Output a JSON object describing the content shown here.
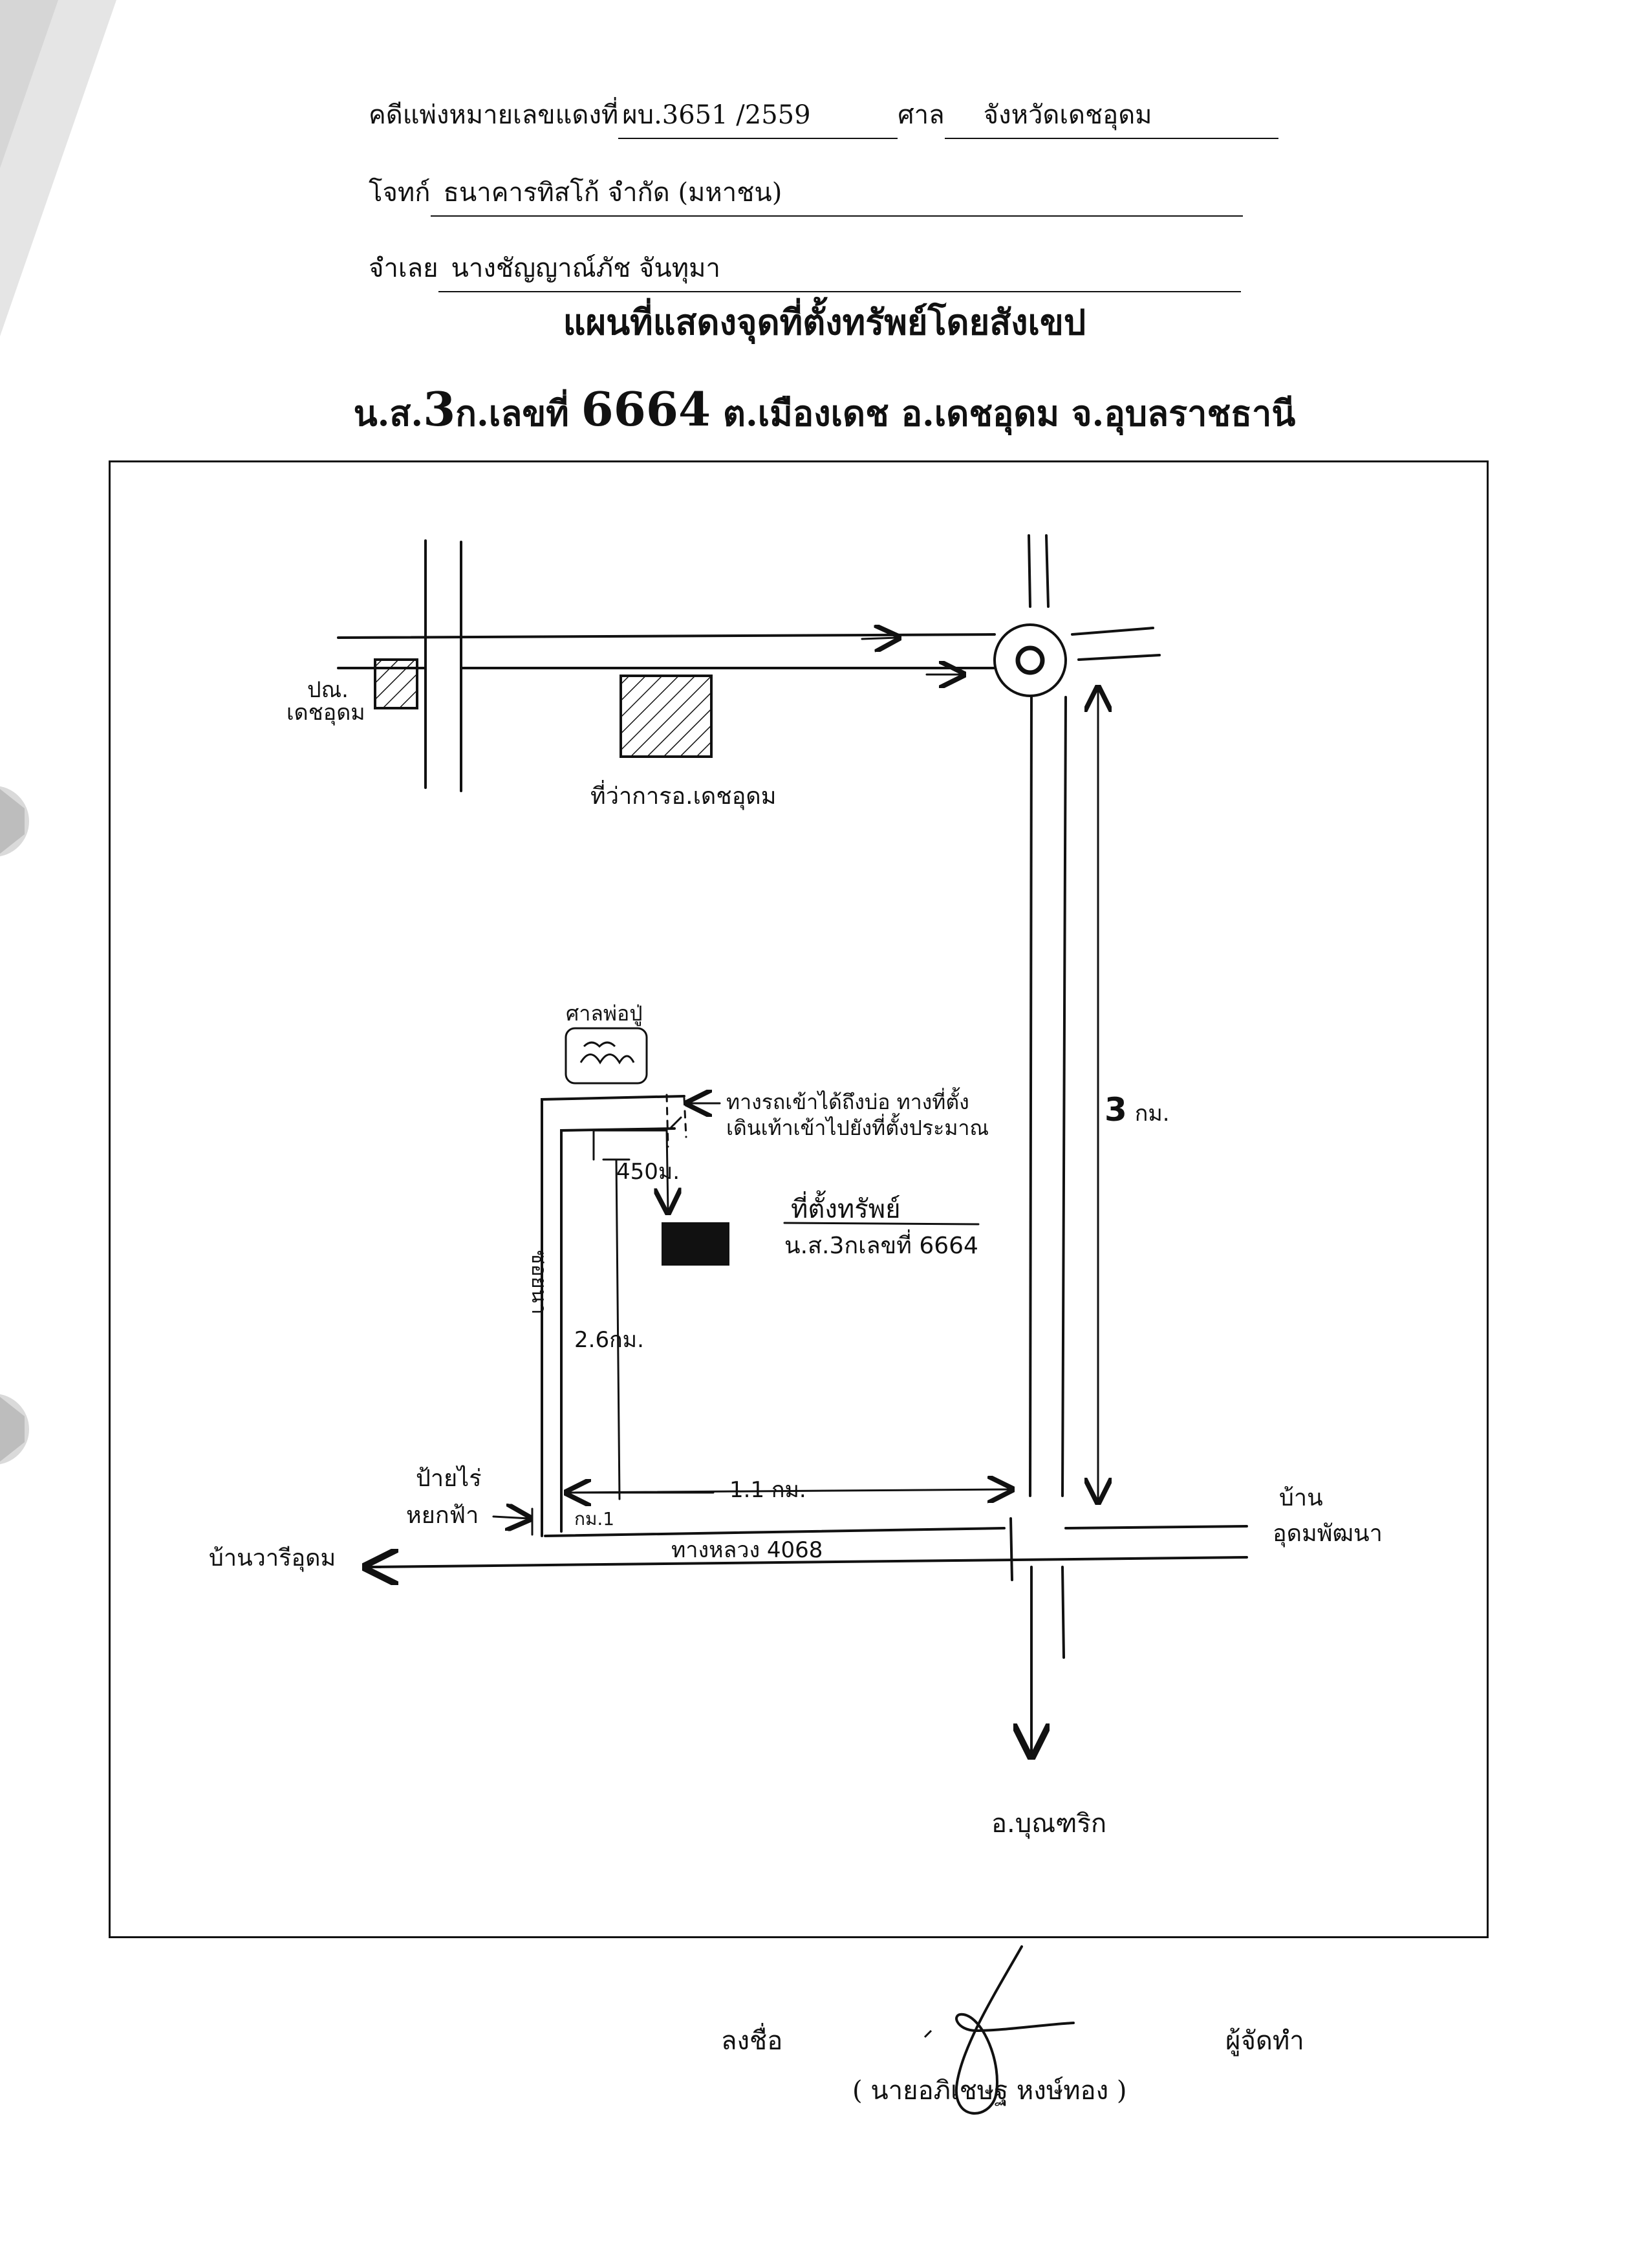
{
  "header": {
    "case_label": "คดีแพ่งหมายเลขแดงที่",
    "case_number": "ผบ.3651 /2559",
    "court_label": "ศาล",
    "court_name": "จังหวัดเดชอุดม",
    "plaintiff_label": "โจทก์",
    "plaintiff_name": "ธนาคารทิสโก้ จำกัด (มหาชน)",
    "defendant_label": "จำเลย",
    "defendant_name": "นางชัญญาณ์ภัช จันทุมา"
  },
  "title": {
    "line1": "แผนที่แสดงจุดที่ตั้งทรัพย์โดยสังเขป",
    "line2_prefix": "น.ส.",
    "line2_doc": "3",
    "line2_mid": "ก.เลขที่",
    "line2_number": "6664",
    "line2_suffix": "ต.เมืองเดช  อ.เดชอุดม  จ.อุบลราชธานี"
  },
  "map": {
    "police_station": [
      "ปณ.",
      "เดชอุดม"
    ],
    "district_office": "ที่ว่าการอ.เดชอุดม",
    "shrine": "ศาลพ่อปู่",
    "path_note_1": "ทางรถเข้าได้ถึงบ่อ ทางที่ตั้ง",
    "path_note_2": "เดินเท้าเข้าไปยังที่ตั้งประมาณ",
    "dist_450": "450ม.",
    "property_label": "ที่ตั้งทรัพย์",
    "property_doc": "น.ส.3กเลขที่ 6664",
    "lane_label": "ซอยนา",
    "dist_2_6": "2.6กม.",
    "dist_1_1": "1.1 กม.",
    "dist_3": "3",
    "dist_3_unit": "กม.",
    "sign_post": [
      "ป้ายไร่",
      "หยกฟ้า"
    ],
    "km_marker": "กม.1",
    "highway": "ทางหลวง 4068",
    "west_destination": "บ้านวารีอุดม",
    "east_destination": [
      "บ้าน",
      "อุดมพัฒนา"
    ],
    "south_destination": "อ.บุณฑริก"
  },
  "signature": {
    "sign_label": "ลงชื่อ",
    "role_label": "ผู้จัดทำ",
    "name": "( นายอภิเชษฐ  หงษ์ทอง )"
  }
}
